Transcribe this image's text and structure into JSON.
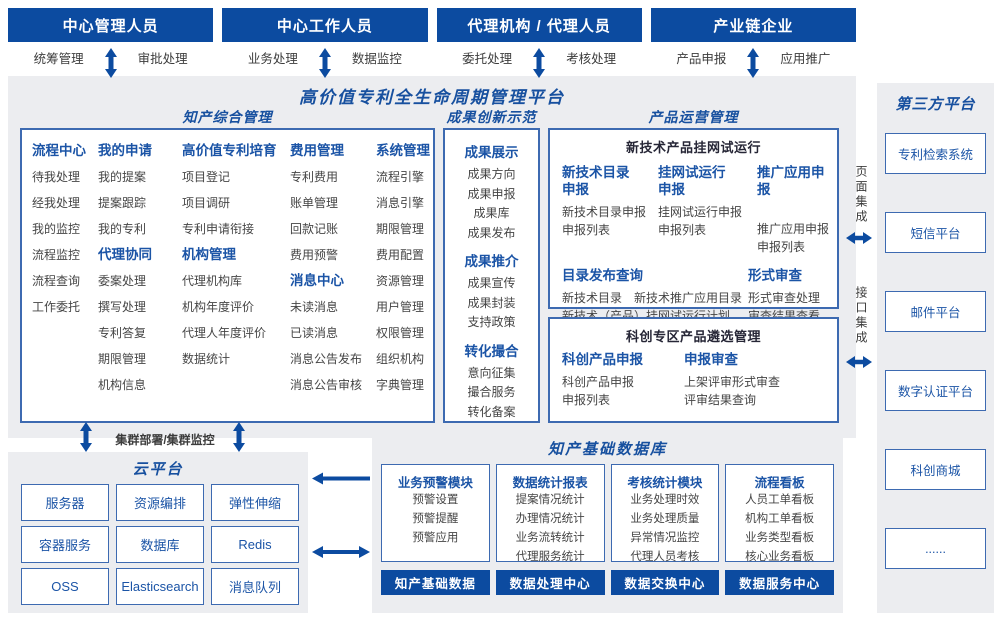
{
  "actors": [
    {
      "title": "中心管理人员",
      "left": "统筹管理",
      "right": "审批处理"
    },
    {
      "title": "中心工作人员",
      "left": "业务处理",
      "right": "数据监控"
    },
    {
      "title": "代理机构 / 代理人员",
      "left": "委托处理",
      "right": "考核处理"
    },
    {
      "title": "产业链企业",
      "left": "产品申报",
      "right": "应用推广"
    }
  ],
  "platform": {
    "title": "高价值专利全生命周期管理平台"
  },
  "ip": {
    "title": "知产综合管理",
    "col1": {
      "g1": {
        "h": "流程中心",
        "items": [
          "待我处理",
          "经我处理",
          "我的监控",
          "流程监控",
          "流程查询",
          "工作委托"
        ]
      }
    },
    "col2": {
      "g1": {
        "h": "我的申请",
        "items": [
          "我的提案",
          "提案跟踪",
          "我的专利"
        ]
      },
      "g2": {
        "h": "代理协同",
        "items": [
          "委案处理",
          "撰写处理",
          "专利答复",
          "期限管理",
          "机构信息"
        ]
      }
    },
    "col3": {
      "g1": {
        "h": "高价值专利培育",
        "items": [
          "项目登记",
          "项目调研",
          "专利申请衔接"
        ]
      },
      "g2": {
        "h": "机构管理",
        "items": [
          "代理机构库",
          "机构年度评价",
          "代理人年度评价",
          "数据统计"
        ]
      }
    },
    "col4": {
      "g1": {
        "h": "费用管理",
        "items": [
          "专利费用",
          "账单管理",
          "回款记账",
          "费用预警"
        ]
      },
      "g2": {
        "h": "消息中心",
        "items": [
          "未读消息",
          "已读消息",
          "消息公告发布",
          "消息公告审核"
        ]
      }
    },
    "col5": {
      "g1": {
        "h": "系统管理",
        "items": [
          "流程引擎",
          "消息引擎",
          "期限管理",
          "费用配置",
          "资源管理",
          "用户管理",
          "权限管理",
          "组织机构",
          "字典管理"
        ]
      }
    }
  },
  "ach": {
    "title": "成果创新示范",
    "g1": {
      "h": "成果展示",
      "items": [
        "成果方向",
        "成果申报",
        "成果库",
        "成果发布"
      ]
    },
    "g2": {
      "h": "成果推介",
      "items": [
        "成果宣传",
        "成果封装",
        "支持政策"
      ]
    },
    "g3": {
      "h": "转化撮合",
      "items": [
        "意向征集",
        "撮合服务",
        "转化备案"
      ]
    }
  },
  "ops": {
    "title": "产品运营管理",
    "trial": {
      "title": "新技术产品挂网试运行",
      "c1": {
        "h": "新技术目录申报",
        "items": [
          "新技术目录申报",
          "申报列表"
        ]
      },
      "c2": {
        "h": "挂网试运行申报",
        "items": [
          "挂网试运行申报",
          "申报列表"
        ]
      },
      "c3": {
        "h": "推广应用申报",
        "items": [
          "推广应用申报",
          "申报列表"
        ]
      },
      "d1": {
        "h": "目录发布查询",
        "row1": [
          "新技术目录",
          "新技术推广应用目录"
        ],
        "row2": "新技术（产品）挂网试运行计划"
      },
      "d2": {
        "h": "形式审查",
        "items": [
          "形式审查处理",
          "审查结果查看"
        ]
      }
    },
    "sel": {
      "title": "科创专区产品遴选管理",
      "c1": {
        "h": "科创产品申报",
        "items": [
          "科创产品申报",
          "申报列表"
        ]
      },
      "c2": {
        "h": "申报审查",
        "items": [
          "上架评审形式审查",
          "评审结果查询"
        ]
      }
    }
  },
  "third": {
    "title": "第三方平台",
    "items": [
      "专利检索系统",
      "短信平台",
      "邮件平台",
      "数字认证平台",
      "科创商城",
      "......"
    ]
  },
  "integration": {
    "page": "页面集成",
    "api": "接口集成"
  },
  "cluster": "集群部署/集群监控",
  "cloud": {
    "title": "云平台",
    "items": [
      "服务器",
      "资源编排",
      "弹性伸缩",
      "容器服务",
      "数据库",
      "Redis",
      "OSS",
      "Elasticsearch",
      "消息队列"
    ]
  },
  "db": {
    "title": "知产基础数据库",
    "m1": {
      "h": "业务预警模块",
      "items": [
        "预警设置",
        "预警提醒",
        "预警应用"
      ],
      "badge": "知产基础数据"
    },
    "m2": {
      "h": "数据统计报表",
      "items": [
        "提案情况统计",
        "办理情况统计",
        "业务流转统计",
        "代理服务统计"
      ],
      "badge": "数据处理中心"
    },
    "m3": {
      "h": "考核统计模块",
      "items": [
        "业务处理时效",
        "业务处理质量",
        "异常情况监控",
        "代理人员考核"
      ],
      "badge": "数据交换中心"
    },
    "m4": {
      "h": "流程看板",
      "items": [
        "人员工单看板",
        "机构工单看板",
        "业务类型看板",
        "核心业务看板"
      ],
      "badge": "数据服务中心"
    }
  },
  "icons": {
    "updown_arrow": "↕",
    "leftright_arrow": "↔",
    "left_arrow": "←"
  },
  "colors": {
    "primary": "#0c4ba0",
    "border": "#3d6ab1",
    "blue_text": "#1b54a6",
    "panel_bg": "#ecedf0",
    "body_text": "#404040"
  }
}
